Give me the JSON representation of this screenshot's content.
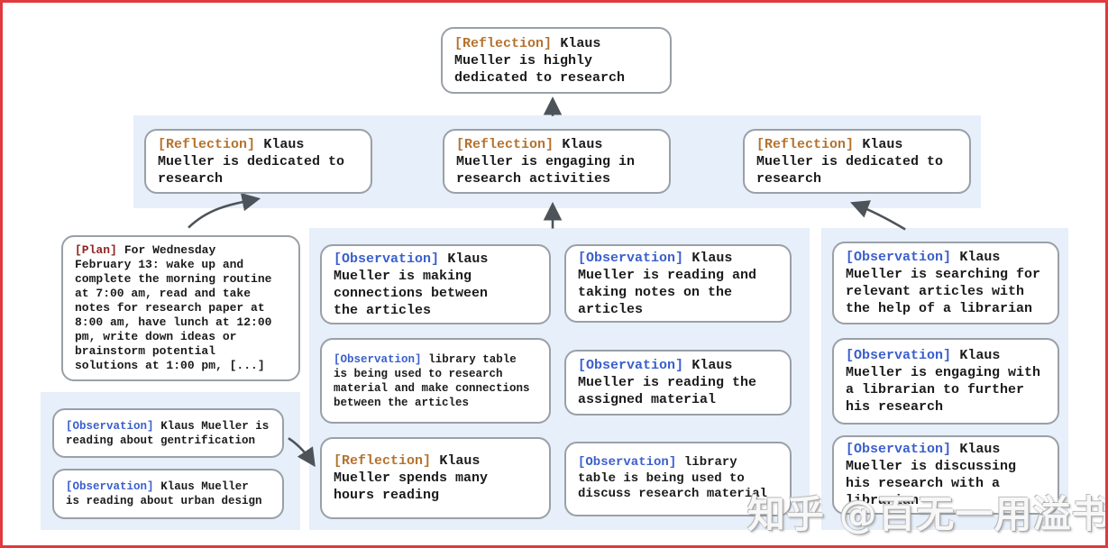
{
  "colors": {
    "frame_border": "#e0393e",
    "band_background": "#e6effa",
    "box_border": "#9aa0a6",
    "reflection_tag": "#b5722e",
    "observation_tag": "#3a5fcd",
    "plan_tag": "#8e2622",
    "arrow": "#4d5359",
    "text": "#1b1b1b"
  },
  "watermark": {
    "text": "知乎 @百无一用溢书生"
  },
  "tree": {
    "root": {
      "tag": "[Reflection]",
      "body": "Klaus\nMueller is highly\ndedicated to research"
    },
    "level2": [
      {
        "tag": "[Reflection]",
        "body": "Klaus\nMueller is dedicated to\nresearch"
      },
      {
        "tag": "[Reflection]",
        "body": "Klaus\nMueller is engaging in\nresearch activities"
      },
      {
        "tag": "[Reflection]",
        "body": "Klaus\nMueller is dedicated to\nresearch"
      }
    ],
    "plan": {
      "tag": "[Plan]",
      "body": "For Wednesday\nFebruary 13: wake up and\ncomplete the morning routine\nat 7:00 am, read and take\nnotes for research paper at\n8:00 am, have lunch at 12:00\npm, write down ideas or\nbrainstorm potential\nsolutions at 1:00 pm, [...]"
    },
    "left_observations": [
      {
        "tag": "[Observation]",
        "body": "Klaus Mueller is\nreading about gentrification"
      },
      {
        "tag": "[Observation]",
        "body": "Klaus Mueller\nis reading about urban design"
      }
    ],
    "middle_col1": [
      {
        "tag": "[Observation]",
        "body": "Klaus\nMueller is making\nconnections between\nthe articles"
      },
      {
        "tag": "[Observation]",
        "body": "library table\nis being used to research\nmaterial and make connections\nbetween the articles"
      },
      {
        "tag": "[Reflection]",
        "body": "Klaus\nMueller spends many\nhours reading"
      }
    ],
    "middle_col2": [
      {
        "tag": "[Observation]",
        "body": "Klaus\nMueller is reading and\ntaking notes on the\narticles"
      },
      {
        "tag": "[Observation]",
        "body": "Klaus\nMueller is reading the\nassigned material"
      },
      {
        "tag": "[Observation]",
        "body": "library\ntable is being used to\ndiscuss research material"
      }
    ],
    "right_col": [
      {
        "tag": "[Observation]",
        "body": "Klaus\nMueller is searching for\nrelevant articles with\nthe help of a librarian"
      },
      {
        "tag": "[Observation]",
        "body": "Klaus\nMueller is engaging with\na librarian to further\nhis research"
      },
      {
        "tag": "[Observation]",
        "body": "Klaus\nMueller is discussing\nhis research with a\nlibrarian"
      }
    ]
  }
}
